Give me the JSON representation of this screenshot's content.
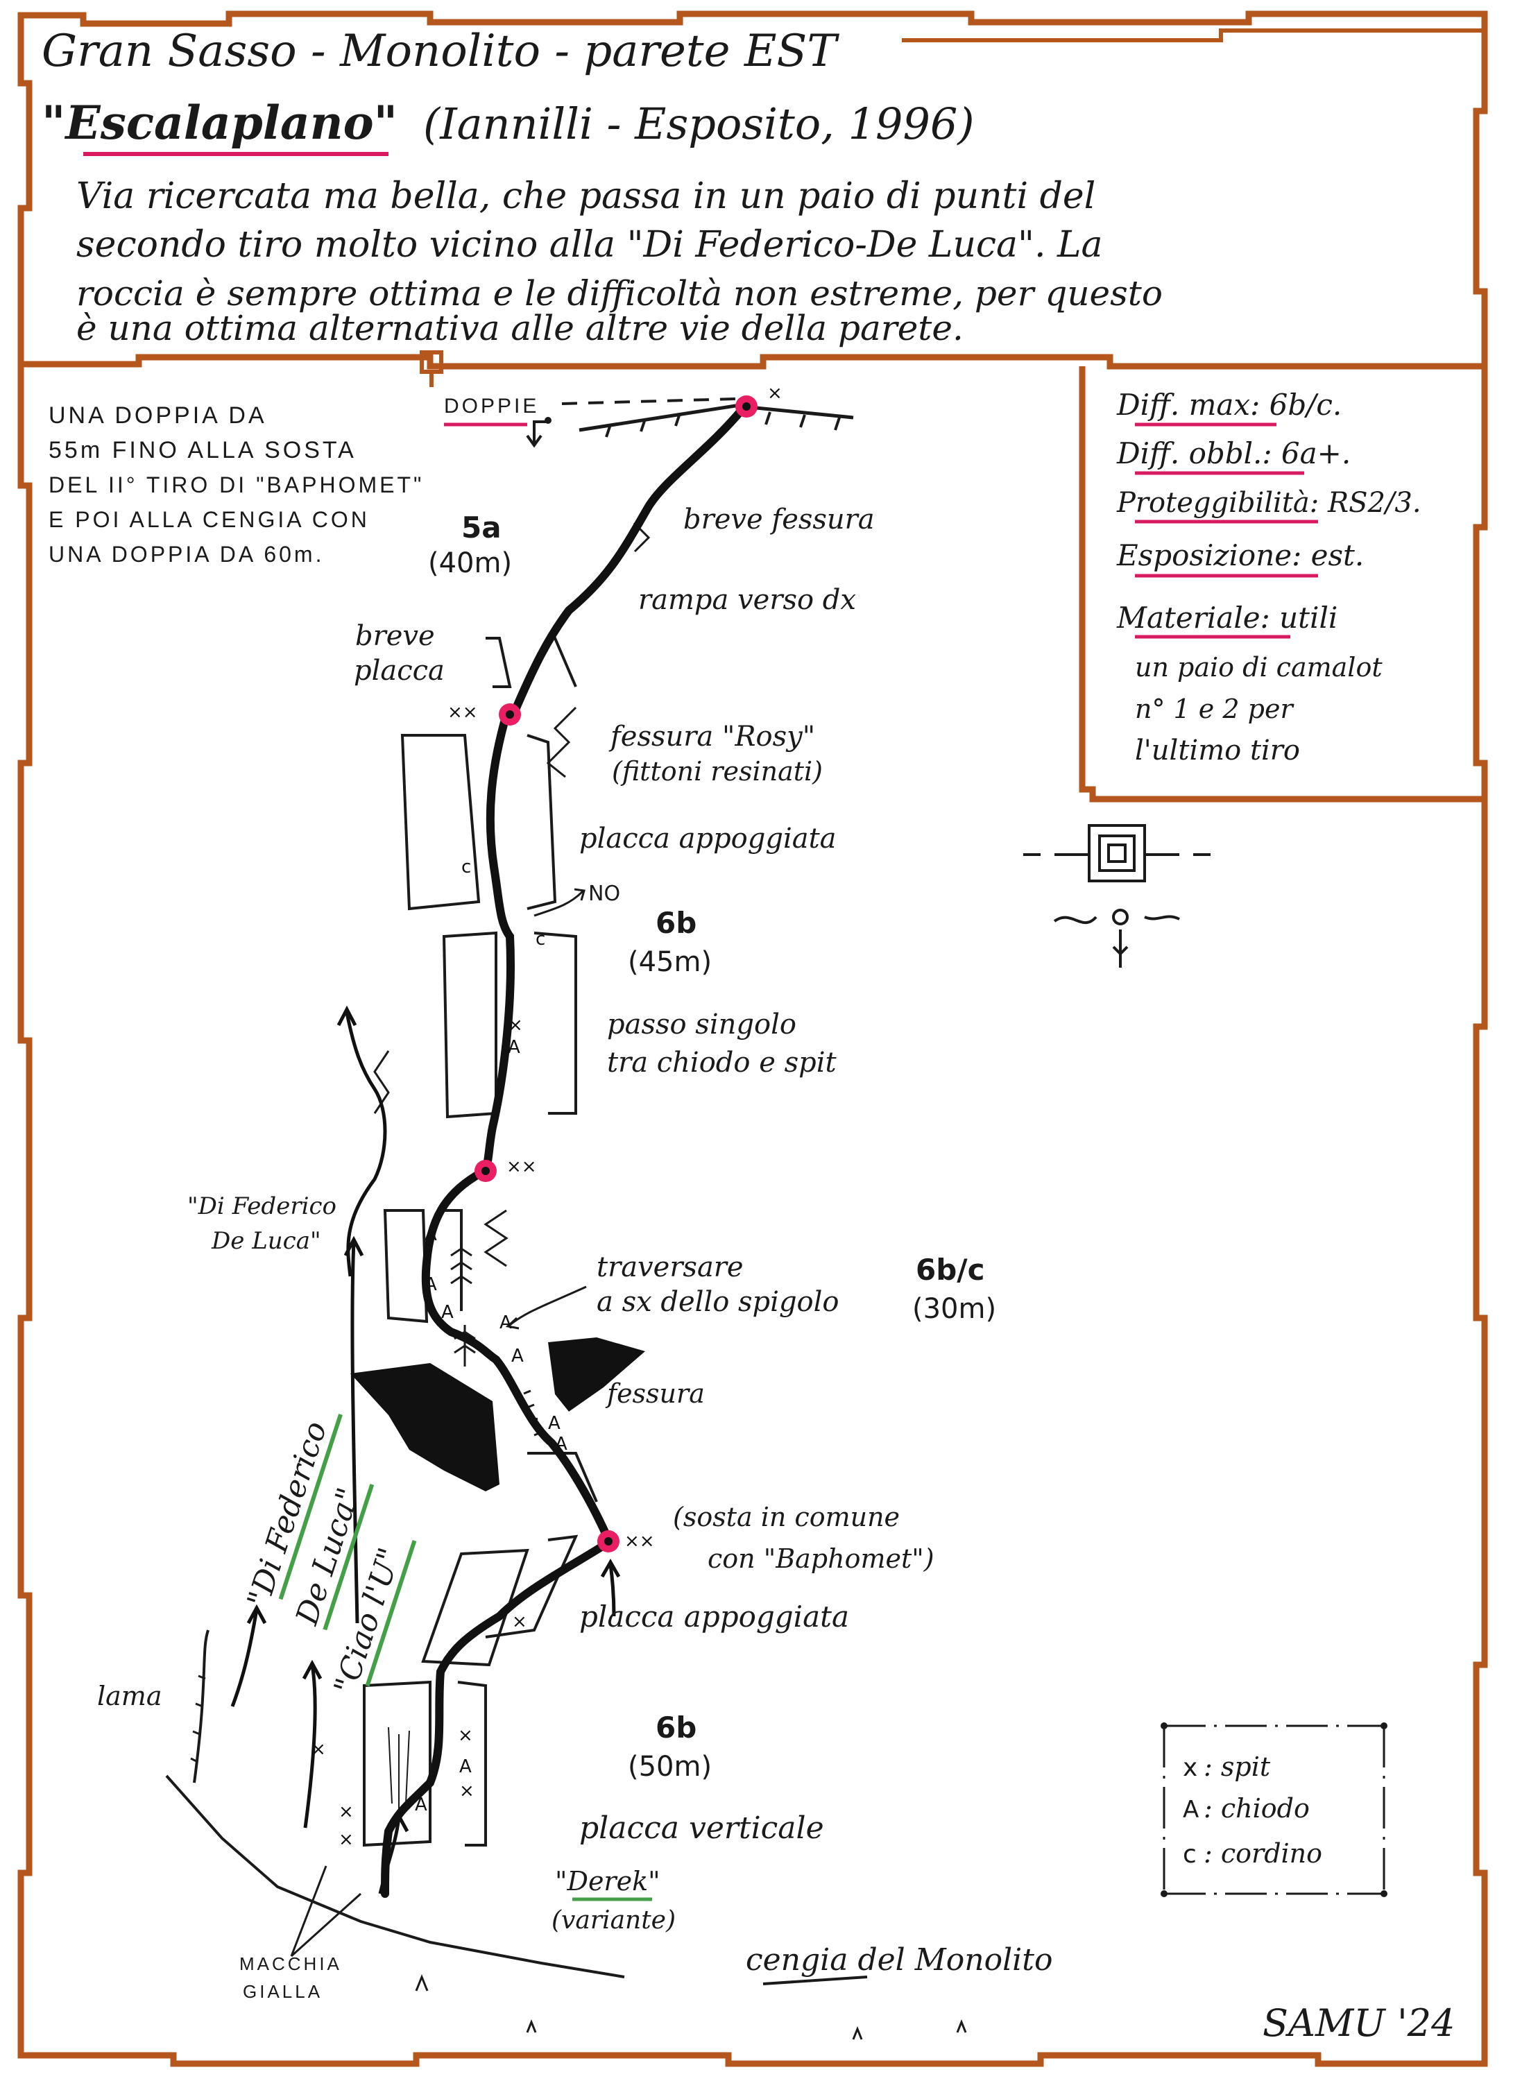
{
  "header": {
    "title_line": "Gran Sasso - Monolito - parete EST",
    "route_name": "\"Escalaplano\"",
    "authors": "(Iannilli - Esposito, 1996)",
    "description_lines": [
      "Via ricercata ma bella, che passa in un paio di punti del",
      "secondo tiro molto vicino alla \"Di Federico-De Luca\". La",
      "roccia è sempre ottima e le difficoltà non estreme, per questo",
      "è una ottima alternativa alle altre vie della parete."
    ]
  },
  "descent_note": {
    "lines": [
      "UNA DOPPIA DA",
      "55m FINO ALLA SOSTA",
      "DEL II° TIRO DI \"BAPHOMET\"",
      "E POI ALLA CENGIA CON",
      "UNA DOPPIA DA 60m."
    ],
    "doppie_label": "DOPPIE"
  },
  "info_box": {
    "rows": [
      {
        "key": "Diff. max",
        "value": ": 6b/c."
      },
      {
        "key": "Diff. obbl.",
        "value": ": 6a+."
      },
      {
        "key": "Proteggibilità",
        "value": ": RS2/3."
      },
      {
        "key": "Esposizione",
        "value": ": est."
      },
      {
        "key": "Materiale",
        "value": ": utili"
      }
    ],
    "materiale_extra": [
      "un paio di camalot",
      "n° 1 e 2 per",
      "l'ultimo tiro"
    ]
  },
  "pitches": [
    {
      "grade": "5a",
      "length": "(40m)",
      "notes": [
        "breve fessura",
        "rampa verso dx"
      ]
    },
    {
      "grade": "6b",
      "length": "(45m)",
      "notes": [
        "passo singolo",
        "tra chiodo e spit"
      ]
    },
    {
      "grade": "6b/c",
      "length": "(30m)",
      "notes": [
        "traversare",
        "a sx dello spigolo"
      ]
    },
    {
      "grade": "6b",
      "length": "(50m)",
      "notes": [
        "placca verticale"
      ]
    }
  ],
  "labels": {
    "breve_placca": [
      "breve",
      "placca"
    ],
    "fessura_rosy": [
      "fessura \"Rosy\"",
      "(fittoni resinati)"
    ],
    "placca_appoggiata_1": "placca appoggiata",
    "no": "NO",
    "fessura": "fessura",
    "sosta_comune": [
      "(sosta in comune",
      "con \"Baphomet\")"
    ],
    "placca_appoggiata_2": "placca appoggiata",
    "di_federico_upper": [
      "\"Di Federico",
      "De Luca\""
    ],
    "di_federico_lower": [
      "\"Di Federico",
      "De Luca\""
    ],
    "ciao_lu": "\"Ciao l'U\"",
    "lama": "lama",
    "macchia_gialla": [
      "MACCHIA",
      "GIALLA"
    ],
    "derek": "\"Derek\"",
    "variante": "(variante)",
    "cengia": "cengia del Monolito",
    "signature": "SAMU '24"
  },
  "legend": {
    "items": [
      {
        "symbol": "x",
        "text": ": spit"
      },
      {
        "symbol": "A",
        "text": ": chiodo"
      },
      {
        "symbol": "c",
        "text": ": cordino"
      }
    ]
  },
  "colors": {
    "frame_brown": "#b5561d",
    "highlight_pink": "#d81b60",
    "highlight_green": "#43a047",
    "ink": "#1a1a1a",
    "belay_fill": "#e91e63"
  }
}
